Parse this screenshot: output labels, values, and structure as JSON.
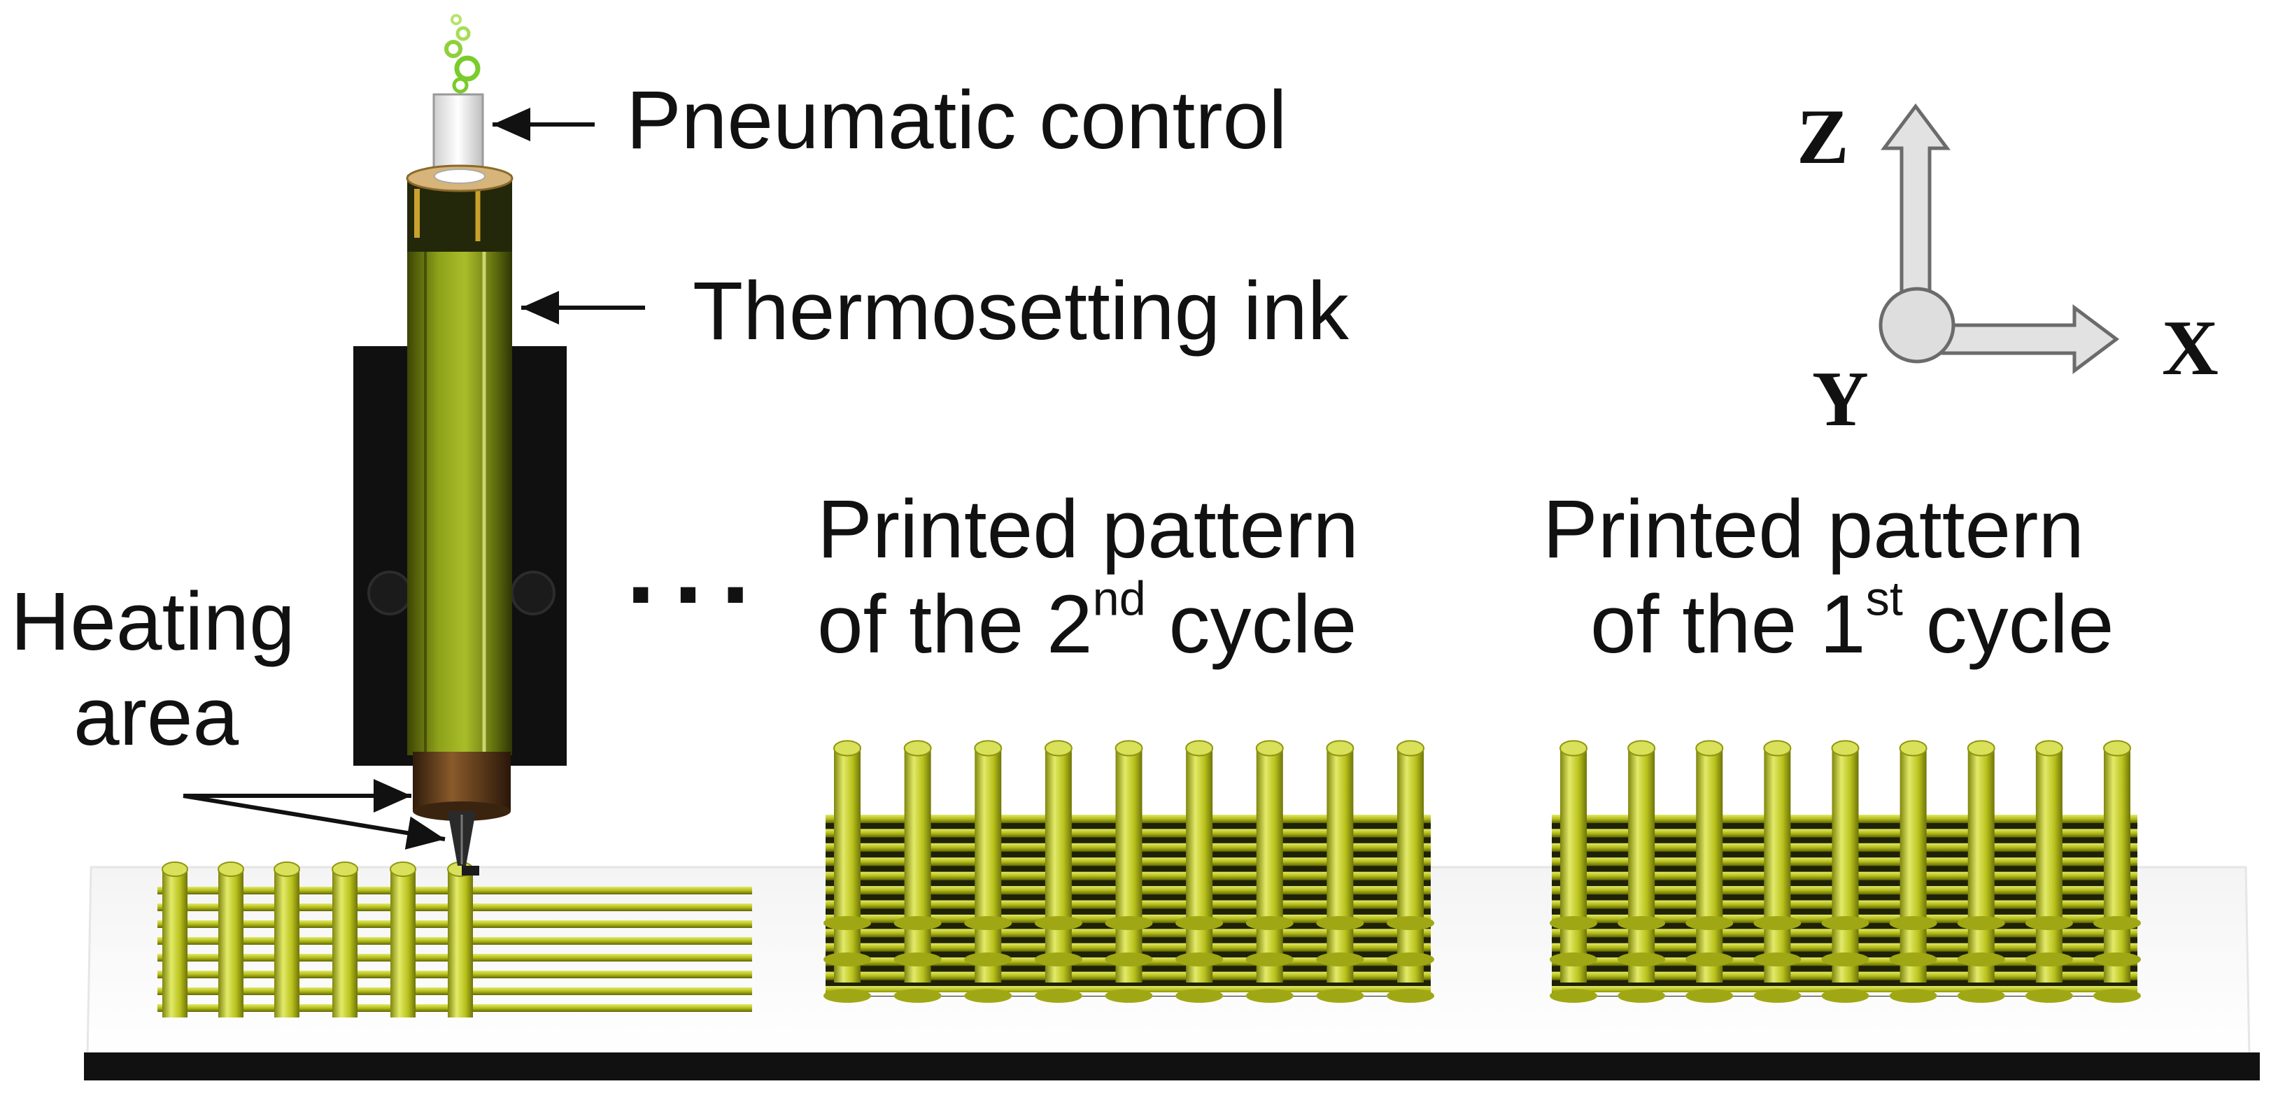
{
  "labels": {
    "pneumatic": "Pneumatic control",
    "ink": "Thermosetting ink",
    "heating_line1": "Heating",
    "heating_line2": "area",
    "ellipsis": "...",
    "second_line1": "Printed pattern",
    "second_line2_pre": "of the 2",
    "second_line2_sup": "nd",
    "second_line2_post": " cycle",
    "first_line1": "Printed pattern",
    "first_line2_pre": "of the 1",
    "first_line2_sup": "st",
    "first_line2_post": " cycle"
  },
  "axes": {
    "z": "Z",
    "x": "X",
    "y": "Y"
  },
  "colors": {
    "rod": "#b9c21c",
    "rod_light": "#e2e87a",
    "rod_dark": "#6e7408",
    "heater": "#101010",
    "barrel": "#6b7a10",
    "copper": "#5a3a1e",
    "stage": "#111111",
    "axis_fill": "#e2e2e2"
  }
}
